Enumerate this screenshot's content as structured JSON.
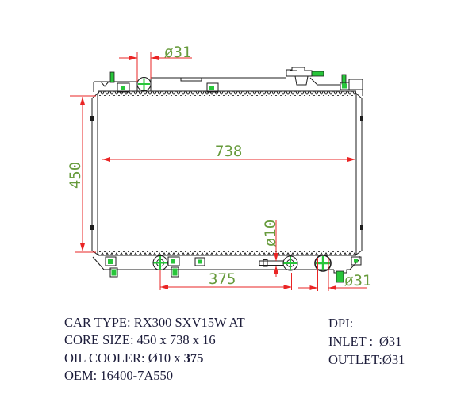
{
  "drawing": {
    "dimensions": {
      "inlet_diameter": "ø31",
      "core_width": "738",
      "core_height": "450",
      "oil_cooler_pipe_diameter": "ø10",
      "oil_cooler_length": "375",
      "outlet_diameter": "ø31"
    },
    "colors": {
      "outline": "#1c1c1c",
      "dimension_line": "#ea2424",
      "dimension_text": "#679b3c",
      "fitting_green": "#28c63a"
    }
  },
  "specs": {
    "left": {
      "car_type": "CAR TYPE: RX300 SXV15W AT",
      "core_size": "CORE SIZE: 450 x 738 x 16",
      "oil_cooler_prefix": "OIL COOLER: Ø10 x ",
      "oil_cooler_bold": "375",
      "oem": "OEM: 16400-7A550"
    },
    "right": {
      "dpi_label": "DPI:",
      "inlet_label": "INLET :",
      "inlet_value": "Ø31",
      "outlet_label": "OUTLET:",
      "outlet_value": "Ø31"
    }
  }
}
